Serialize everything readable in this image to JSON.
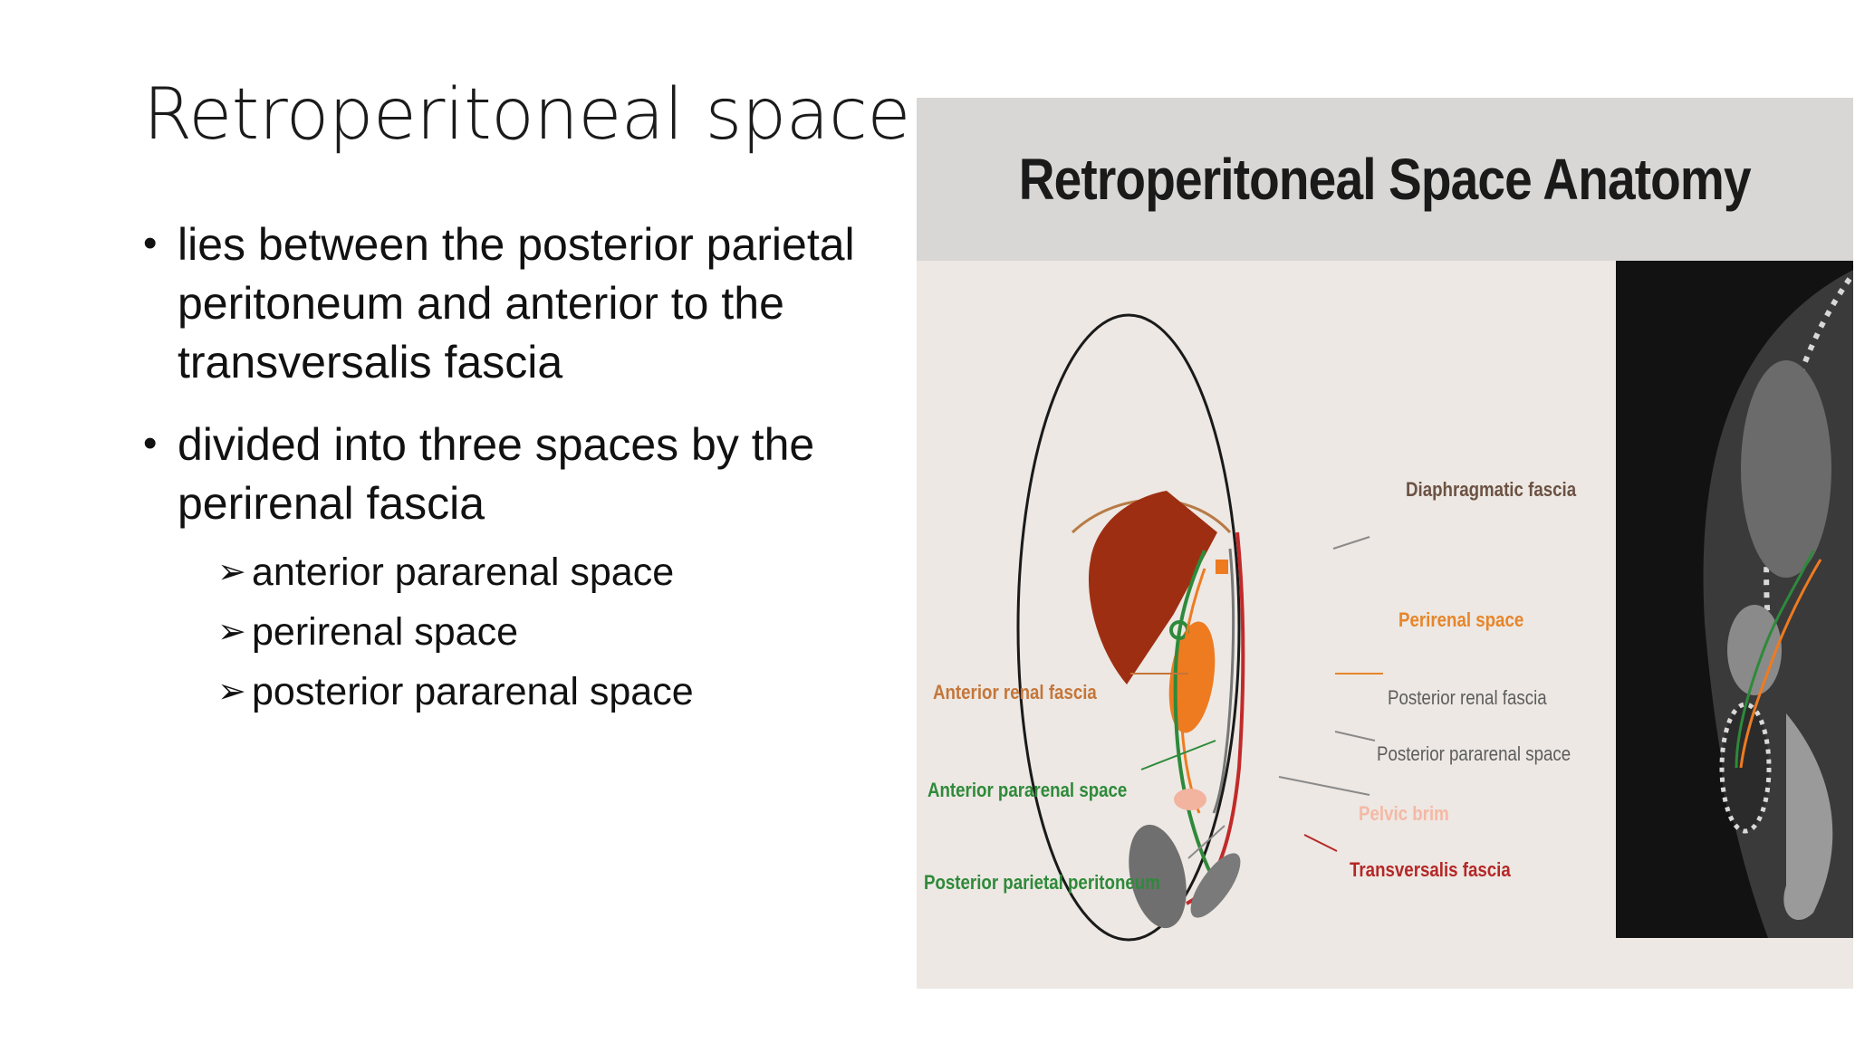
{
  "slide": {
    "title": "Retroperitoneal space",
    "bullets": [
      {
        "text": "lies between the posterior parietal peritoneum and anterior to the transversalis fascia"
      },
      {
        "text": "divided into three spaces by the perirenal fascia",
        "sub": [
          "anterior pararenal space",
          "perirenal space",
          "posterior pararenal space"
        ]
      }
    ],
    "bullet_glyph": "•",
    "sub_bullet_glyph": "➢"
  },
  "figure": {
    "title": "Retroperitoneal Space Anatomy",
    "labels": {
      "diaphragmatic_fascia": "Diaphragmatic fascia",
      "perirenal_space": "Perirenal space",
      "anterior_renal_fascia": "Anterior renal fascia",
      "posterior_renal_fascia": "Posterior renal fascia",
      "posterior_pararenal_space": "Posterior pararenal space",
      "anterior_pararenal_space": "Anterior pararenal space",
      "pelvic_brim": "Pelvic brim",
      "posterior_parietal_peritoneum": "Posterior parietal peritoneum",
      "transversalis_fascia": "Transversalis fascia"
    },
    "colors": {
      "liver": "#9e2e12",
      "kidney": "#ee7b20",
      "peritoneum_line": "#2e8a3a",
      "transversalis_line": "#c22a2a",
      "diaphragm_line": "#b87a45"
    }
  }
}
